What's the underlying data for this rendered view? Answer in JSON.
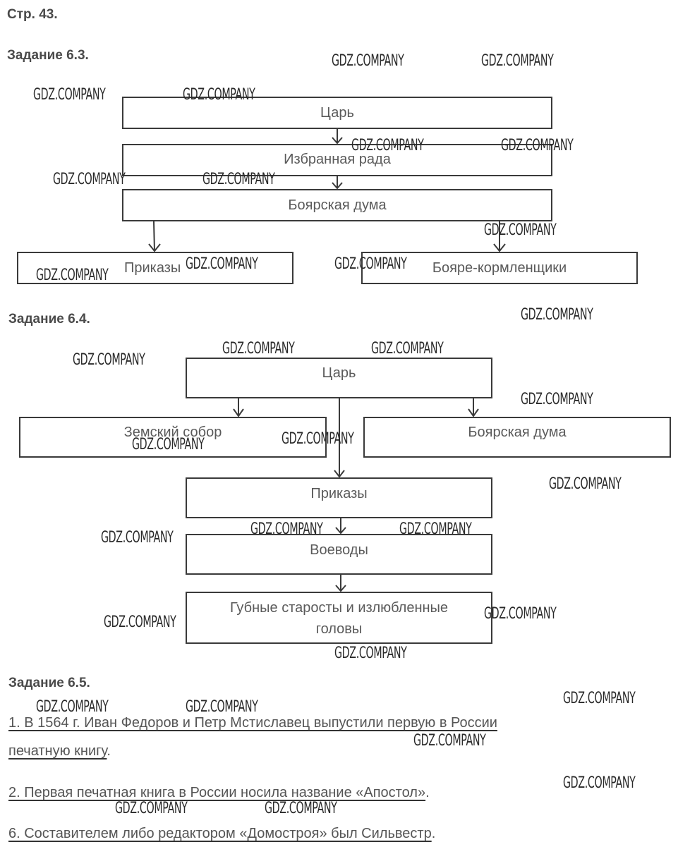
{
  "page_label": "Стр. 43.",
  "watermark": "GDZ.COMPANY",
  "tasks": {
    "t63": {
      "heading": "Задание 6.3.",
      "boxes": {
        "tsar": "Царь",
        "izbrannaya": "Избранная рада",
        "boyar_duma": "Боярская дума",
        "prikazy": "Приказы",
        "kormlenshiki": "Бояре-кормленщики"
      }
    },
    "t64": {
      "heading": "Задание 6.4.",
      "boxes": {
        "tsar": "Царь",
        "zemsky": "Земский собор",
        "boyar_duma": "Боярская дума",
        "prikazy": "Приказы",
        "voevody": "Воеводы",
        "gubnye_line1": "Губные старосты и излюбленные",
        "gubnye_line2": "головы"
      }
    },
    "t65": {
      "heading": "Задание 6.5.",
      "answers": [
        {
          "line1": "1. В 1564 г. Иван Федоров и Петр Мстиславец выпустили первую в России",
          "line2": "печатную книгу",
          "end": "."
        },
        {
          "line1": "2. Первая печатная книга в России носила название «Апостол»",
          "end": "."
        },
        {
          "line1": "6. Составителем либо редактором «Домостроя» был Сильвестр",
          "end": "."
        }
      ]
    }
  }
}
